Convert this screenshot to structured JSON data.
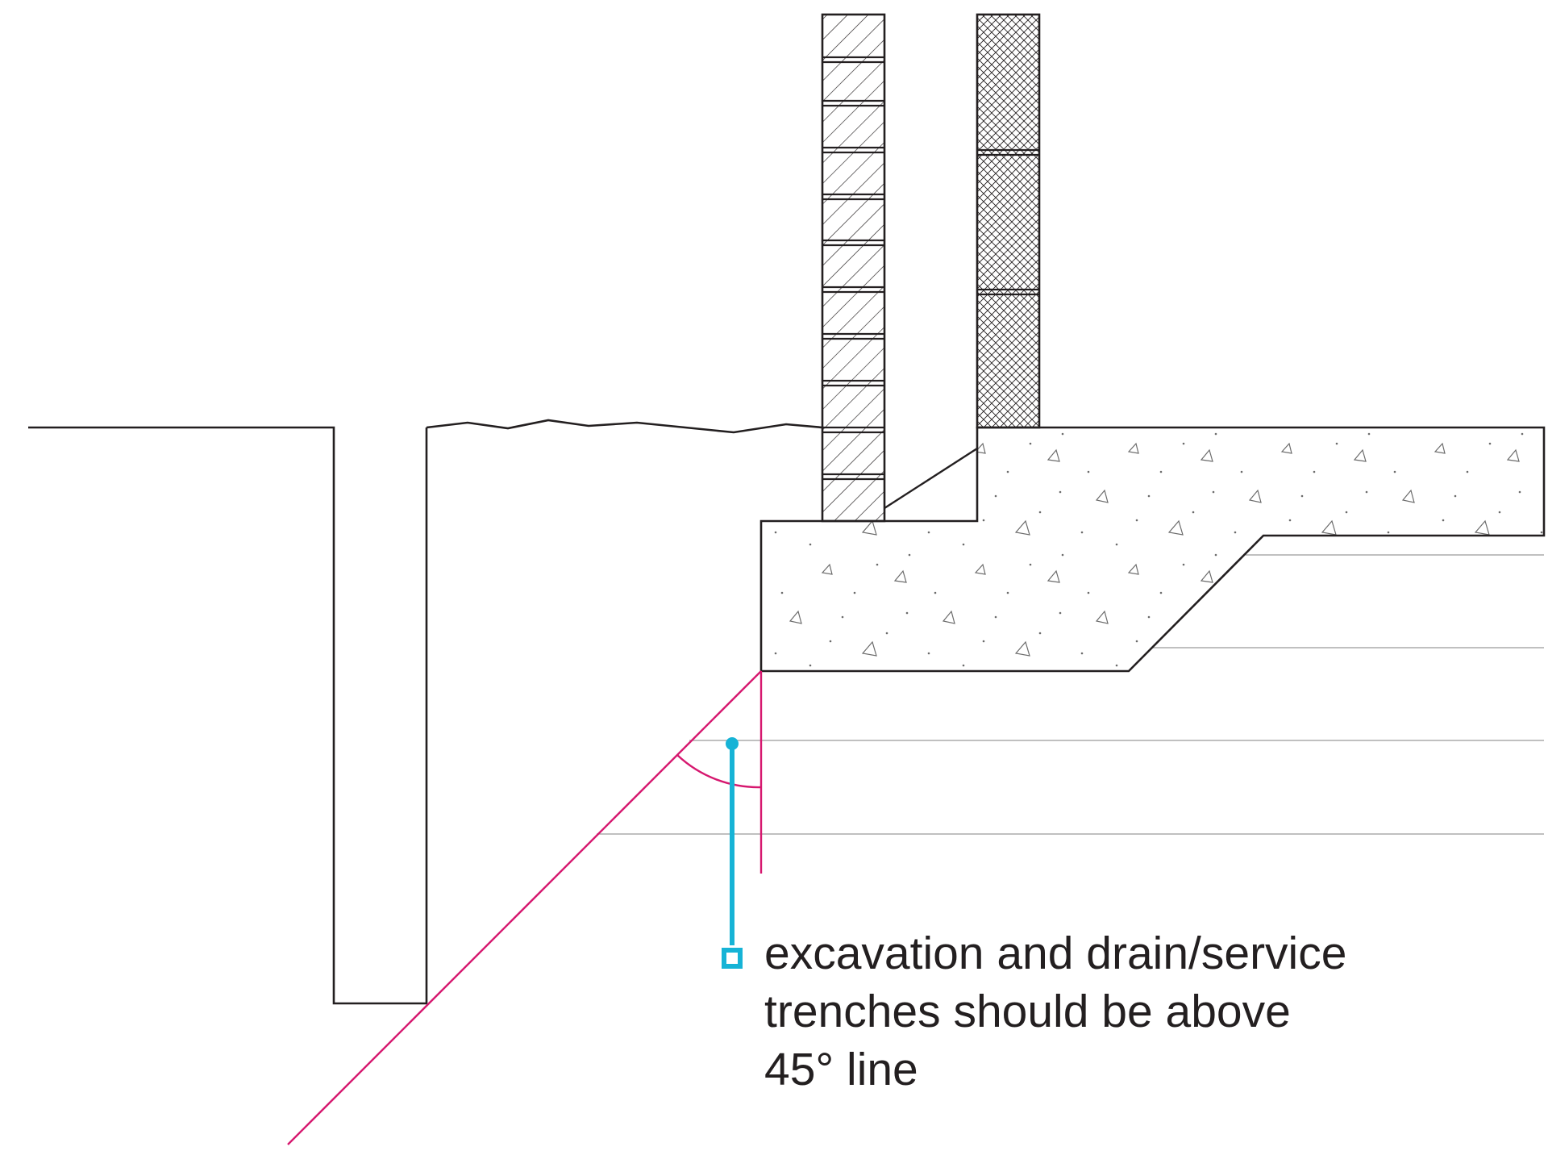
{
  "annotation": {
    "lines": [
      "excavation and drain/service",
      "trenches should be above",
      "45° line"
    ]
  },
  "colors": {
    "ink": "#231f20",
    "angle_line": "#d6186f",
    "leader": "#16b3d6",
    "strata": "#9a9a9a",
    "aggregate": "#6b6b6b"
  }
}
